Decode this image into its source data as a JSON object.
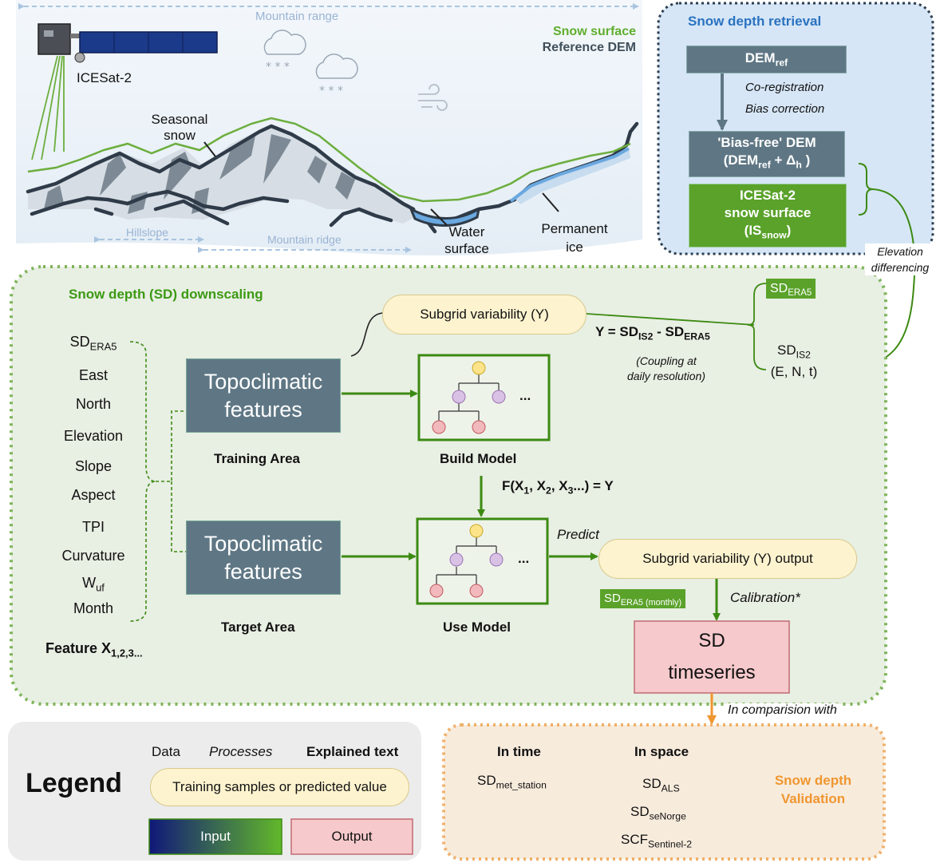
{
  "landscape": {
    "mountain_range": "Mountain range",
    "snow_surface": "Snow surface",
    "reference_dem": "Reference DEM",
    "satellite": "ICESat-2",
    "seasonal_snow_1": "Seasonal",
    "seasonal_snow_2": "snow",
    "hillslope": "Hillslope",
    "mountain_ridge": "Mountain ridge",
    "water_1": "Water",
    "water_2": "surface",
    "ice_1": "Permanent",
    "ice_2": "ice"
  },
  "retrieval": {
    "title": "Snow depth retrieval",
    "dem_ref": "DEM",
    "dem_ref_sub": "ref",
    "step1": "Co-registration",
    "step2": "Bias correction",
    "bias_free_1": "'Bias-free' DEM",
    "bias_free_2a": "(DEM",
    "bias_free_2sub": "ref",
    "bias_free_2b": " + Δ",
    "bias_free_2sub2": "h",
    "bias_free_2c": " )",
    "icesat_1": "ICESat-2",
    "icesat_2": "snow surface",
    "icesat_3a": "(IS",
    "icesat_3sub": "snow",
    "icesat_3b": ")",
    "elev_1": "Elevation",
    "elev_2": "differencing"
  },
  "downscaling": {
    "title": "Snow depth (SD) downscaling",
    "features": [
      {
        "main": "SD",
        "sub": "ERA5"
      },
      {
        "main": "East",
        "sub": ""
      },
      {
        "main": "North",
        "sub": ""
      },
      {
        "main": "Elevation",
        "sub": ""
      },
      {
        "main": "Slope",
        "sub": ""
      },
      {
        "main": "Aspect",
        "sub": ""
      },
      {
        "main": "TPI",
        "sub": ""
      },
      {
        "main": "Curvature",
        "sub": ""
      },
      {
        "main": "W",
        "sub": "uf"
      },
      {
        "main": "Month",
        "sub": ""
      }
    ],
    "feature_label": "Feature X",
    "feature_label_sub": "1,2,3...",
    "topo_1": "Topoclimatic",
    "topo_2": "features",
    "training_area": "Training Area",
    "target_area": "Target Area",
    "build_model": "Build Model",
    "use_model": "Use Model",
    "ellipsis": "...",
    "subgrid": "Subgrid variability (Y)",
    "subgrid_output": "Subgrid variability (Y) output",
    "eq_y_a": "Y = SD",
    "eq_y_sub1": "IS2",
    "eq_y_b": " - SD",
    "eq_y_sub2": "ERA5",
    "coupling_1": "(Coupling at",
    "coupling_2": "daily resolution)",
    "sd_era5_main": "SD",
    "sd_era5_sub": "ERA5",
    "sd_is2_main": "SD",
    "sd_is2_sub": "IS2",
    "sd_is2_coords": "(E, N, t)",
    "func_a": "F(X",
    "func_s1": "1",
    "func_b": ", X",
    "func_s2": "2",
    "func_c": ", X",
    "func_s3": "3",
    "func_d": "...) = Y",
    "predict": "Predict",
    "calibration": "Calibration*",
    "sd_monthly_main": "SD",
    "sd_monthly_sub": "ERA5 (monthly)",
    "sd_ts_1": "SD",
    "sd_ts_2": "timeseries",
    "comparison": "In comparision with"
  },
  "legend": {
    "title": "Legend",
    "data": "Data",
    "processes": "Processes",
    "explained": "Explained text",
    "sample": "Training samples or predicted value",
    "input": "Input",
    "output": "Output"
  },
  "validation": {
    "in_time": "In time",
    "in_space": "In space",
    "met_main": "SD",
    "met_sub": "met_station",
    "als_main": "SD",
    "als_sub": "ALS",
    "senorge_main": "SD",
    "senorge_sub": "seNorge",
    "scf_main": "SCF",
    "scf_sub": "Sentinel-2",
    "title_1": "Snow depth",
    "title_2": "Validation"
  },
  "colors": {
    "green": "#3c8a12",
    "blue_title": "#2a72c0",
    "orange": "#f0962f",
    "dem_box": "#5f7785",
    "pill": "#fdf3cf",
    "output": "#f6c9cc"
  }
}
